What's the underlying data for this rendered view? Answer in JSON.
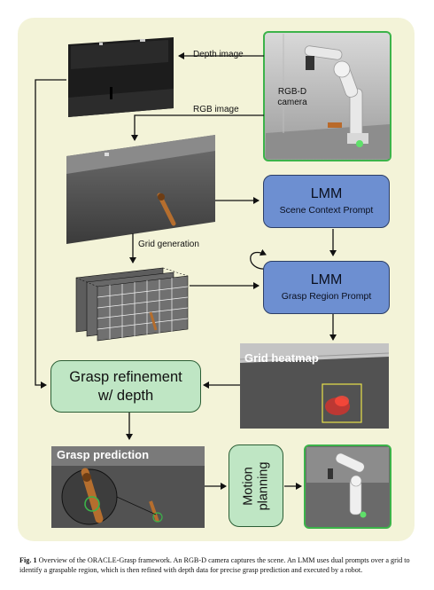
{
  "labels": {
    "depth_image": "Depth image",
    "rgbd_camera_line1": "RGB-D",
    "rgbd_camera_line2": "camera",
    "rgb_image": "RGB image",
    "grid_generation": "Grid generation",
    "grid_heatmap": "Grid heatmap",
    "grasp_prediction": "Grasp prediction"
  },
  "boxes": {
    "lmm_scene": {
      "title": "LMM",
      "subtitle": "Scene Context Prompt"
    },
    "lmm_grasp": {
      "title": "LMM",
      "subtitle": "Grasp Region Prompt"
    },
    "refinement": {
      "line1": "Grasp refinement",
      "line2": "w/ depth"
    },
    "motion": {
      "line1": "Motion",
      "line2": "planning"
    }
  },
  "caption": {
    "label": "Fig. 1",
    "text": "Overview of the ORACLE-Grasp framework. An RGB-D camera captures the scene. An LMM uses dual prompts over a grid to identify a graspable region, which is then refined with depth data for precise grasp prediction and executed by a robot."
  },
  "colors": {
    "panel": "#f3f3d8",
    "lmm_fill": "#6d8fd1",
    "green_fill": "#bfe6c4",
    "robot_border": "#3cb34a",
    "heatmap_box": "#e8e24a",
    "heatmap_hot": "#e0302a",
    "grasp_ring": "#3cb34a"
  }
}
